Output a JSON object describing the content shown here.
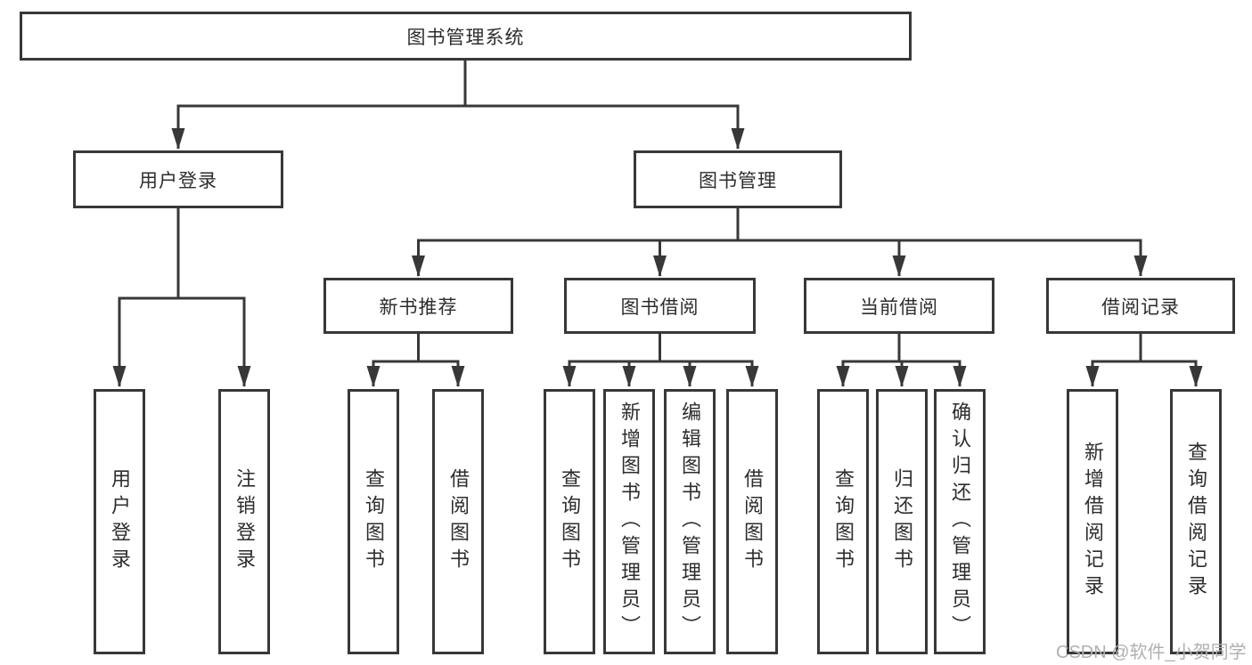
{
  "colors": {
    "line": "#383838",
    "text": "#2d2d2d",
    "background": "#ffffff",
    "watermark_color": "#b0b0b0"
  },
  "nodes": {
    "root": {
      "label": "图书管理系统"
    },
    "userLoginModule": {
      "label": "用户登录"
    },
    "bookMgmt": {
      "label": "图书管理"
    },
    "login": {
      "label": "用户登录"
    },
    "logout": {
      "label": "注销登录"
    },
    "newBookRec": {
      "label": "新书推荐"
    },
    "bookBorrow": {
      "label": "图书借阅"
    },
    "currentBorrow": {
      "label": "当前借阅"
    },
    "borrowRecord": {
      "label": "借阅记录"
    },
    "nrQuery": {
      "label": "查询图书"
    },
    "nrBorrow": {
      "label": "借阅图书"
    },
    "bbQuery": {
      "label": "查询图书"
    },
    "bbAdd": {
      "label": "新增图书（管理员）"
    },
    "bbEdit": {
      "label": "编辑图书（管理员）"
    },
    "bbBorrow": {
      "label": "借阅图书"
    },
    "cbQuery": {
      "label": "查询图书"
    },
    "cbReturn": {
      "label": "归还图书"
    },
    "cbConfirm": {
      "label": "确认归还（管理员）"
    },
    "brAdd": {
      "label": "新增借阅记录"
    },
    "brQuery": {
      "label": "查询借阅记录"
    }
  },
  "watermark": {
    "text": "CSDN @软件_小贺同学"
  }
}
